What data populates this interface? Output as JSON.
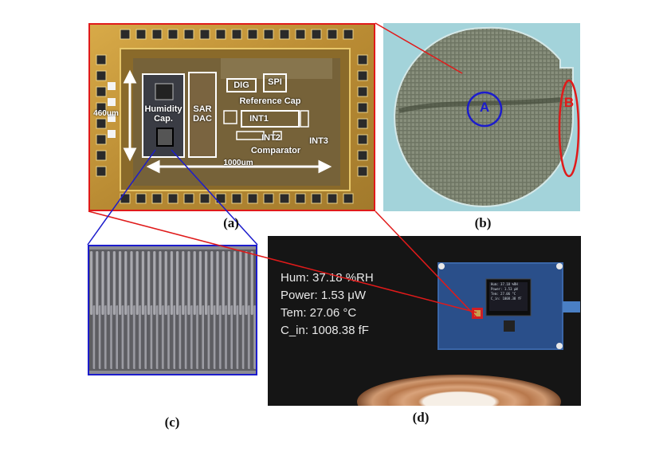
{
  "panel_a": {
    "labels": {
      "humidity_cap": "Humidity\nCap.",
      "sar_dac": "SAR\nDAC",
      "dig": "DIG",
      "spi": "SPI",
      "reference_cap": "Reference Cap",
      "int1": "INT1",
      "int2": "INT2",
      "int3": "INT3",
      "comparator": "Comparator",
      "height_dim": "460um",
      "width_dim": "1000um"
    },
    "caption": "(a)"
  },
  "panel_b": {
    "label_a": "A",
    "label_b": "B",
    "caption": "(b)"
  },
  "panel_c": {
    "caption": "(c)"
  },
  "panel_d": {
    "readouts": {
      "hum": "Hum: 37.18 %RH",
      "power": "Power: 1.53 μW",
      "tem": "Tem:  27.06 °C",
      "cin": "C_in:  1008.38 fF"
    },
    "caption": "(d)"
  },
  "colors": {
    "highlight_red": "#e01a1a",
    "highlight_blue": "#1c1ccc"
  }
}
